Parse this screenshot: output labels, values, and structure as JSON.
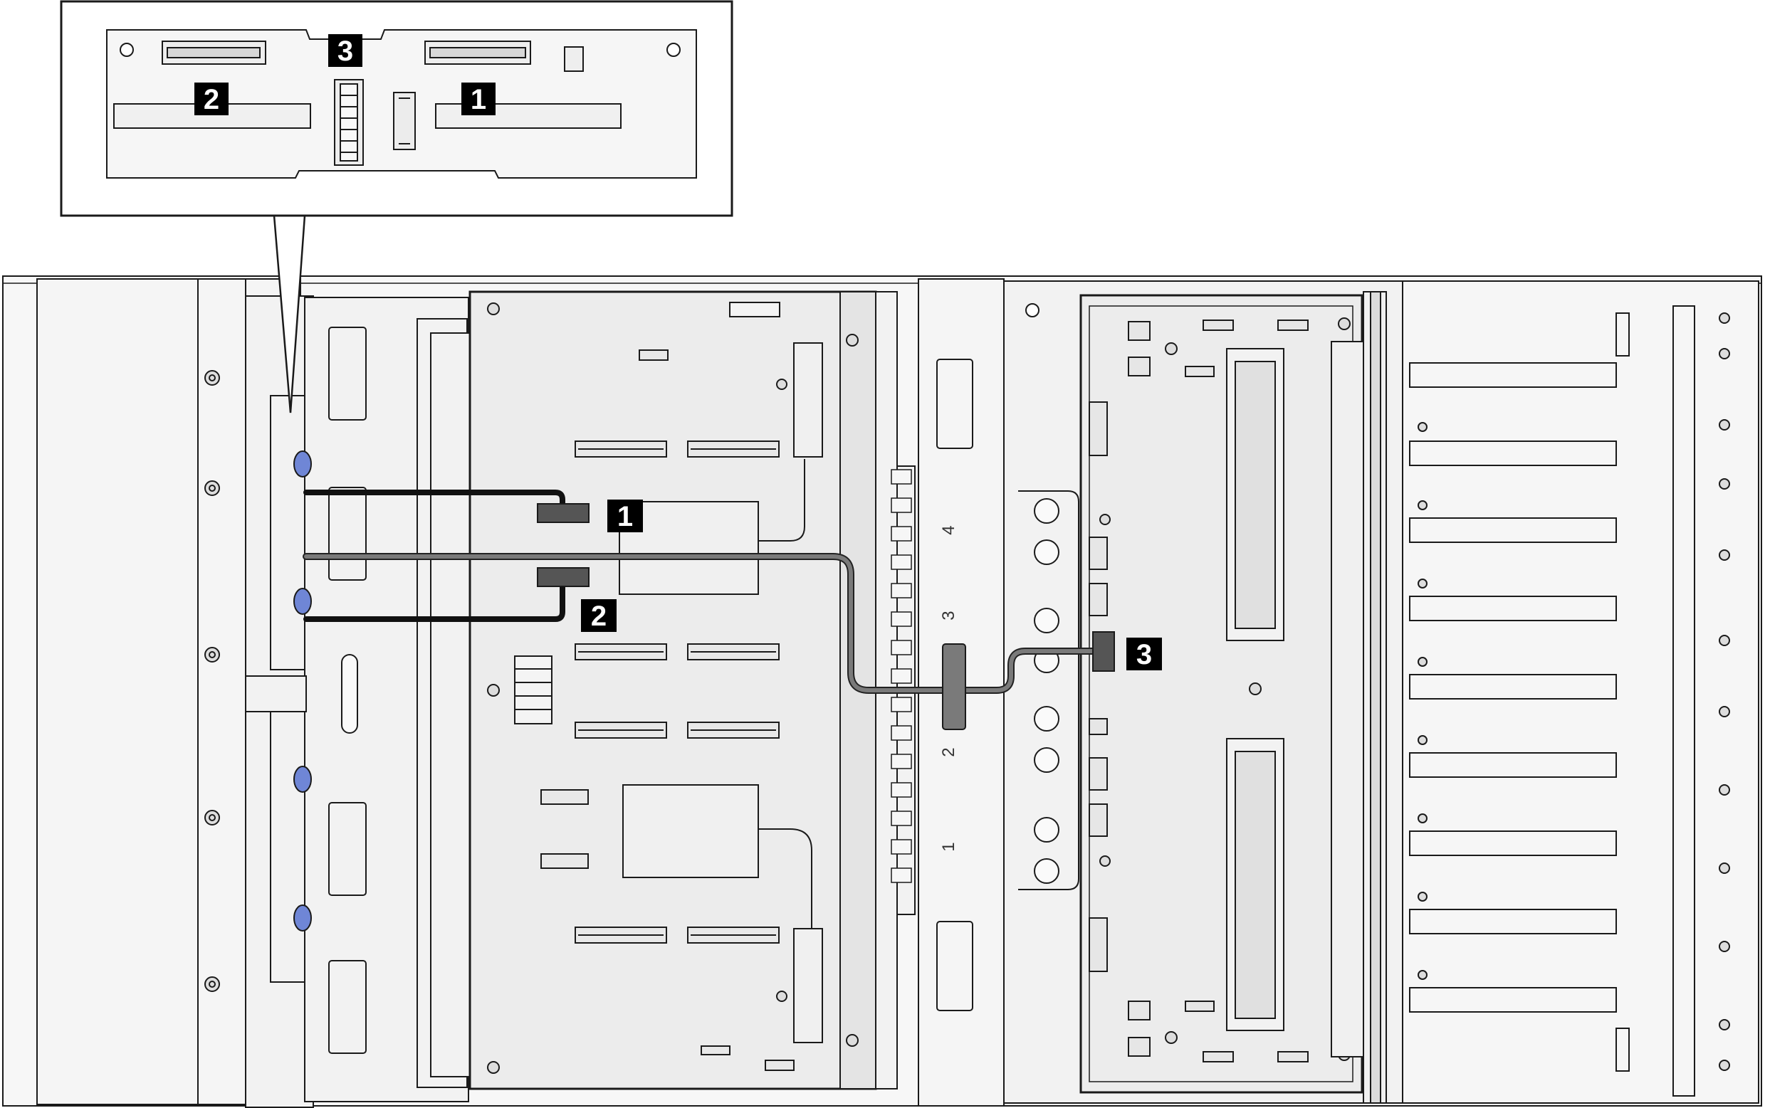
{
  "callouts": [
    {
      "id": "1",
      "label": "1"
    },
    {
      "id": "2",
      "label": "2"
    },
    {
      "id": "3",
      "label": "3"
    }
  ],
  "inset_callouts": [
    {
      "id": "1",
      "label": "1"
    },
    {
      "id": "2",
      "label": "2"
    },
    {
      "id": "3",
      "label": "3"
    }
  ],
  "fan_slots": [
    {
      "label": "4"
    },
    {
      "label": "3"
    },
    {
      "label": "2"
    },
    {
      "label": "1"
    }
  ],
  "colors": {
    "line": "#1a1a1a",
    "board_fill": "#ececec",
    "chassis_fill": "#f3f3f3",
    "cable_black": "#111111",
    "cable_gray": "#777777",
    "connector_fill": "#555555",
    "latch_blue": "#6f86d6",
    "callout_bg": "#000000",
    "callout_text": "#ffffff"
  }
}
